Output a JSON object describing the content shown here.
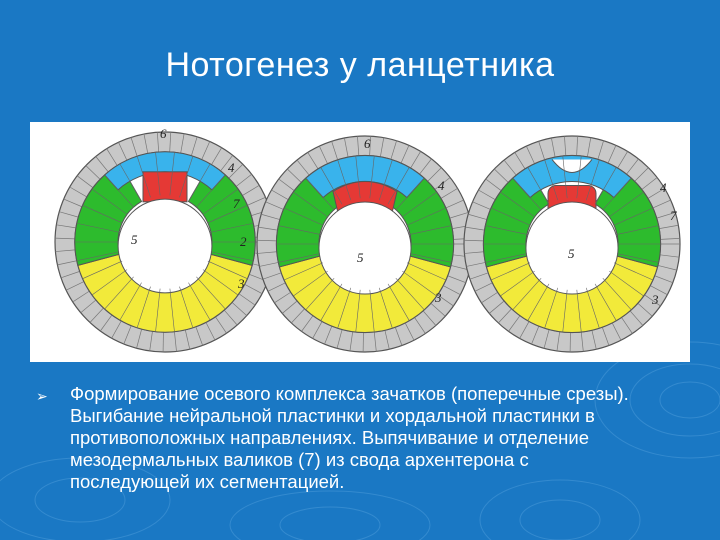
{
  "slide": {
    "title": "Нотогенез у ланцетника",
    "bullet_glyph": "➢",
    "text_lines": [
      "Формирование осевого комплекса зачатков (поперечные срезы).",
      "Выгибание нейральной пластинки и хордальной пластинки в",
      "противоположных направлениях. Выпячивание и отделение",
      "мезодермальных валиков (7) из свода архентерона с",
      "последующей их сегментацией."
    ]
  },
  "figure": {
    "sections": [
      {
        "labels": {
          "top": "6",
          "neural": "4",
          "meso": "7",
          "inner": "5",
          "side": "2",
          "endo": "3"
        }
      },
      {
        "labels": {
          "top": "6",
          "neural": "4",
          "inner": "5",
          "endo": "3"
        }
      },
      {
        "labels": {
          "neural": "4",
          "meso": "7",
          "inner": "5",
          "endo": "3"
        }
      }
    ]
  },
  "colors": {
    "background": "#1a78c4",
    "ectoderm": "#c8c8c8",
    "neural_plate": "#39b3ec",
    "chorda": "#e53935",
    "mesoderm": "#2dbb2d",
    "endoderm": "#f2ea3a",
    "text": "#ffffff"
  }
}
